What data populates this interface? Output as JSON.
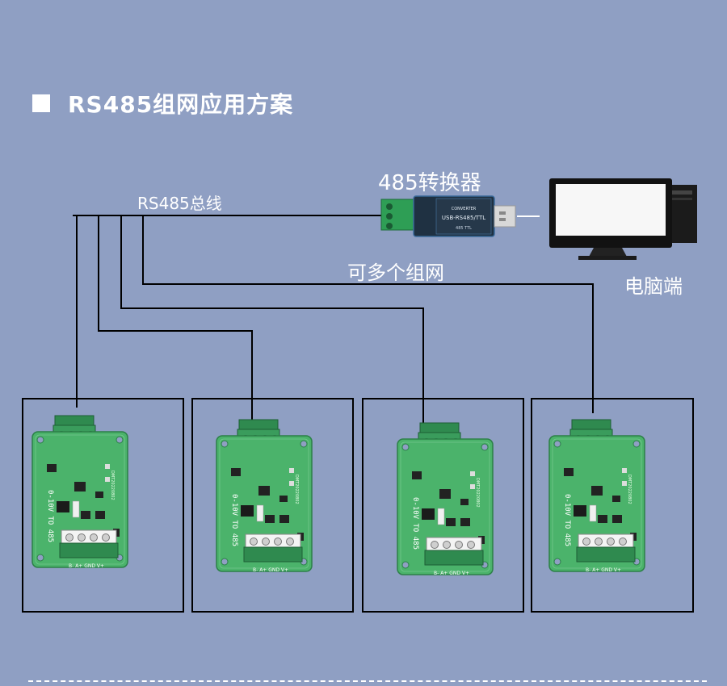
{
  "heading": "RS485组网应用方案",
  "labels": {
    "bus": "RS485总线",
    "converter": "485转换器",
    "multi": "可多个组网",
    "pc": "电脑端"
  },
  "converter_text": {
    "main": "USB-RS485/TTL",
    "sub": "CONVERTER",
    "small": "485 TTL"
  },
  "board": {
    "vertical_text": "0-10V TO 485",
    "pins": "B-  A+  GND  V+",
    "serial": "DMT20220802"
  },
  "colors": {
    "background": "#8f9fc3",
    "wire": "#000000",
    "pcb": "#3aa05a",
    "terminal": "#2e8b57"
  },
  "module_count": 4
}
